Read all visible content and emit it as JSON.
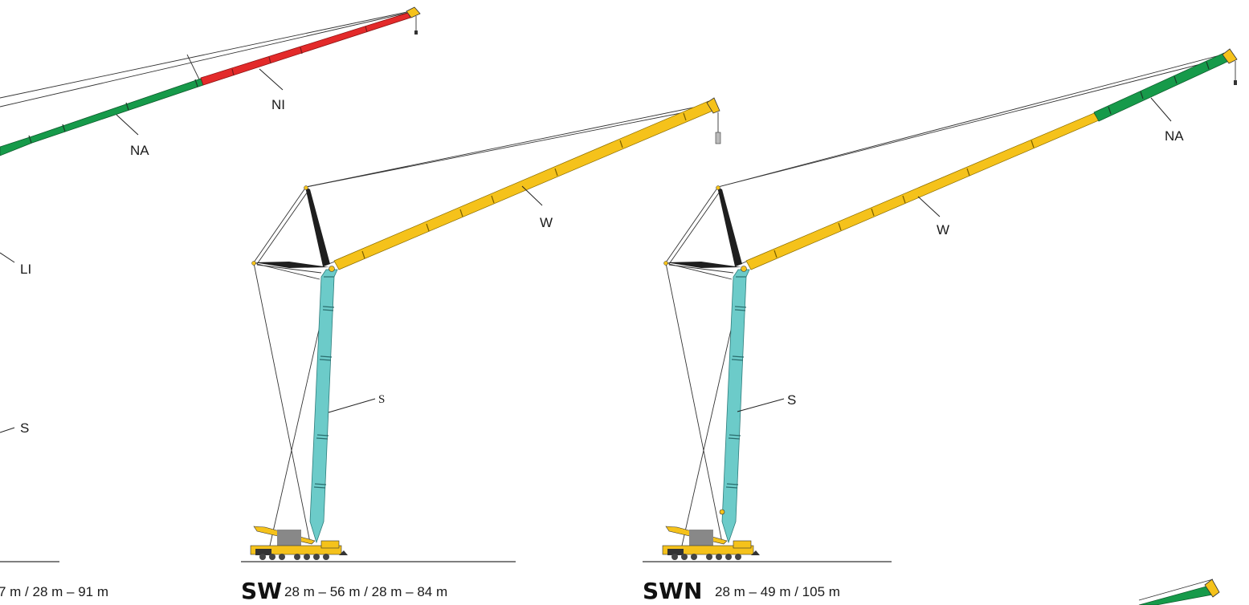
{
  "configs": [
    {
      "id": "left-partial",
      "labels": {
        "ni": "NI",
        "na": "NA",
        "li": "LI",
        "s": "S"
      },
      "caption_range": "7 m / 28 m – 91 m"
    },
    {
      "id": "sw",
      "labels": {
        "w": "W",
        "s": "S"
      },
      "caption_code": "SW",
      "caption_range": "28 m – 56 m / 28 m – 84 m"
    },
    {
      "id": "swn",
      "labels": {
        "na": "NA",
        "w": "W",
        "s": "S"
      },
      "caption_code": "SWN",
      "caption_range": "28 m – 49 m / 105 m"
    }
  ],
  "colors": {
    "tower": "#6ccbc9",
    "luffing_jib": "#f5c21b",
    "fixed_jib_na": "#169a4a",
    "fixed_jib_ni": "#e32a2a",
    "mast": "#1e1e1e",
    "carrier": "#f5c21b",
    "ground": "#333333"
  }
}
